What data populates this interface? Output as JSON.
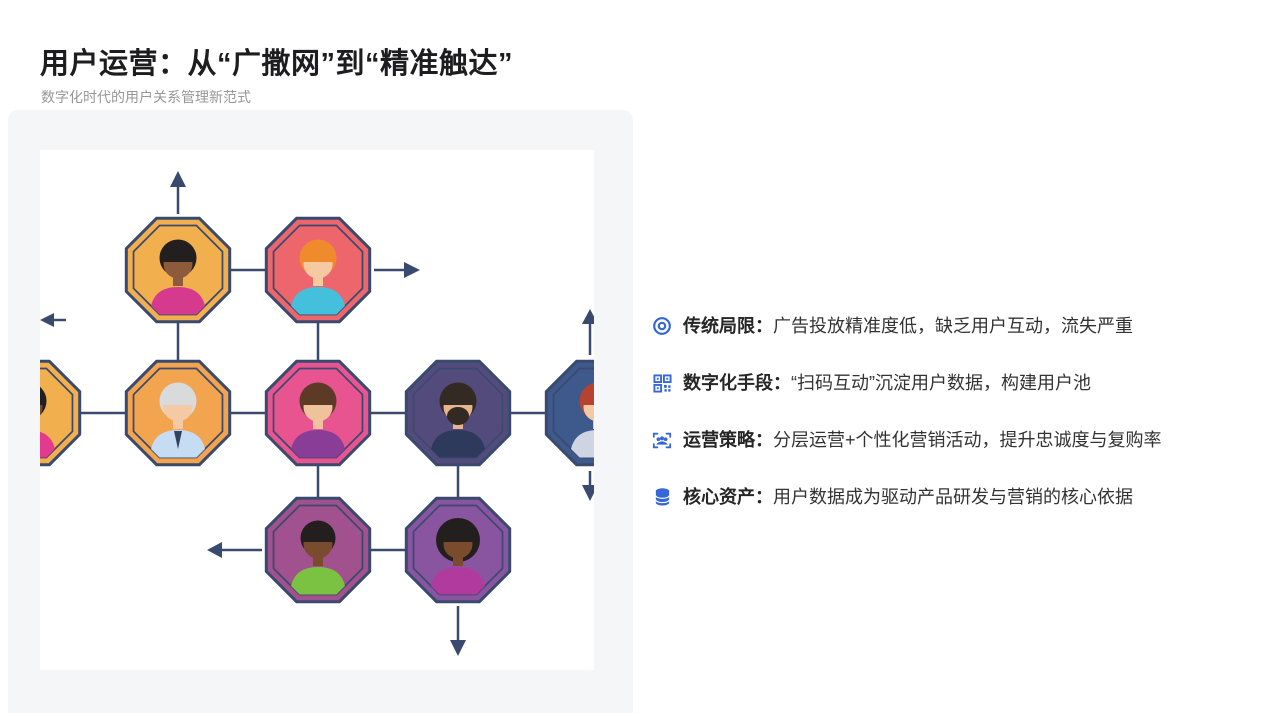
{
  "header": {
    "title": "用户运营：从“广撒网”到“精准触达”",
    "subtitle": "数字化时代的用户关系管理新范式"
  },
  "bullets": [
    {
      "icon": "target-icon",
      "label": "传统局限：",
      "text": "广告投放精准度低，缺乏用户互动，流失严重"
    },
    {
      "icon": "qrcode-icon",
      "label": "数字化手段：",
      "text": "“扫码互动”沉淀用户数据，构建用户池"
    },
    {
      "icon": "audience-scan-icon",
      "label": "运营策略：",
      "text": "分层运营+个性化营销活动，提升忠诚度与复购率"
    },
    {
      "icon": "database-icon",
      "label": "核心资产：",
      "text": "用户数据成为驱动产品研发与营销的核心依据"
    }
  ],
  "colors": {
    "accent_blue": "#3568d4",
    "panel_bg": "#f5f6f8",
    "line_navy": "#3a4a6e"
  }
}
